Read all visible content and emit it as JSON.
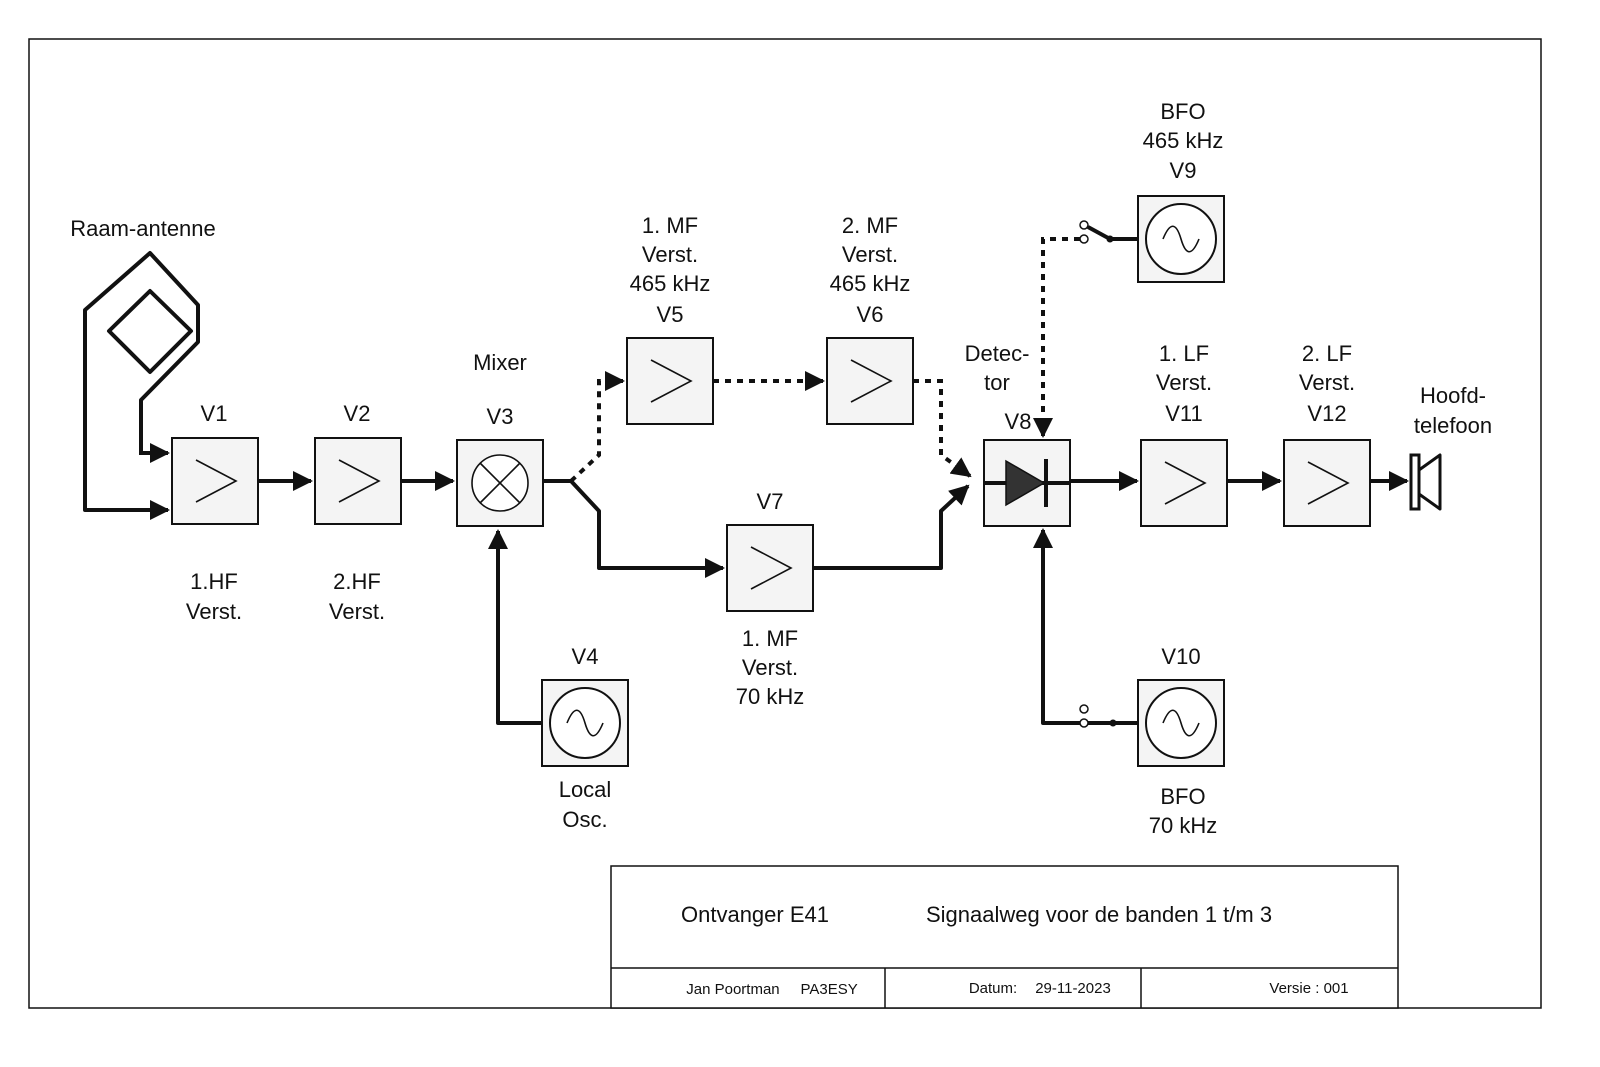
{
  "antenna": {
    "label": "Raam-antenne"
  },
  "stages": {
    "v1": {
      "id": "V1",
      "desc1": "1.HF",
      "desc2": "Verst."
    },
    "v2": {
      "id": "V2",
      "desc1": "2.HF",
      "desc2": "Verst."
    },
    "v3": {
      "top": "Mixer",
      "id": "V3"
    },
    "v4": {
      "id": "V4",
      "desc1": "Local",
      "desc2": "Osc."
    },
    "v5": {
      "l1": "1. MF",
      "l2": "Verst.",
      "l3": "465 kHz",
      "id": "V5"
    },
    "v6": {
      "l1": "2. MF",
      "l2": "Verst.",
      "l3": "465 kHz",
      "id": "V6"
    },
    "v7": {
      "id": "V7",
      "l1": "1. MF",
      "l2": "Verst.",
      "l3": "70 kHz"
    },
    "v8": {
      "l1": "Detec-",
      "l2": "tor",
      "id": "V8"
    },
    "v9": {
      "l1": "BFO",
      "l2": "465 kHz",
      "id": "V9"
    },
    "v10": {
      "id": "V10",
      "l1": "BFO",
      "l2": "70 kHz"
    },
    "v11": {
      "l1": "1. LF",
      "l2": "Verst.",
      "id": "V11"
    },
    "v12": {
      "l1": "2. LF",
      "l2": "Verst.",
      "id": "V12"
    }
  },
  "headphone": {
    "l1": "Hoofd-",
    "l2": "telefoon"
  },
  "title_block": {
    "device": "Ontvanger E41",
    "subject": "Signaalweg voor de banden 1 t/m 3",
    "author": "Jan Poortman     PA3ESY",
    "date_label": "Datum:",
    "date": "29-11-2023",
    "version": "Versie : 001"
  }
}
